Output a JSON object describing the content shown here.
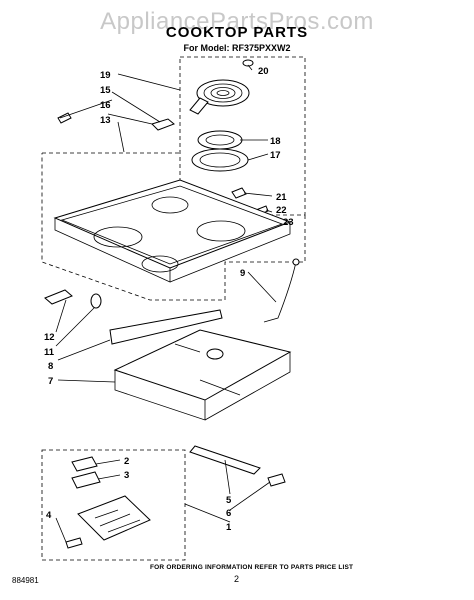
{
  "watermark": "AppliancePartsPros.com",
  "title": "COOKTOP PARTS",
  "model": "For Model: RF375PXXW2",
  "footer_note": "FOR ORDERING INFORMATION REFER TO PARTS PRICE LIST",
  "page_number": "2",
  "doc_number": "884981",
  "callouts": {
    "c20": "20",
    "c19": "19",
    "c15": "15",
    "c16": "16",
    "c13": "13",
    "c18": "18",
    "c17": "17",
    "c21": "21",
    "c22": "22",
    "c23": "23",
    "c9": "9",
    "c12": "12",
    "c11": "11",
    "c8": "8",
    "c7": "7",
    "c2": "2",
    "c3": "3",
    "c4": "4",
    "c5": "5",
    "c6": "6",
    "c1": "1"
  }
}
